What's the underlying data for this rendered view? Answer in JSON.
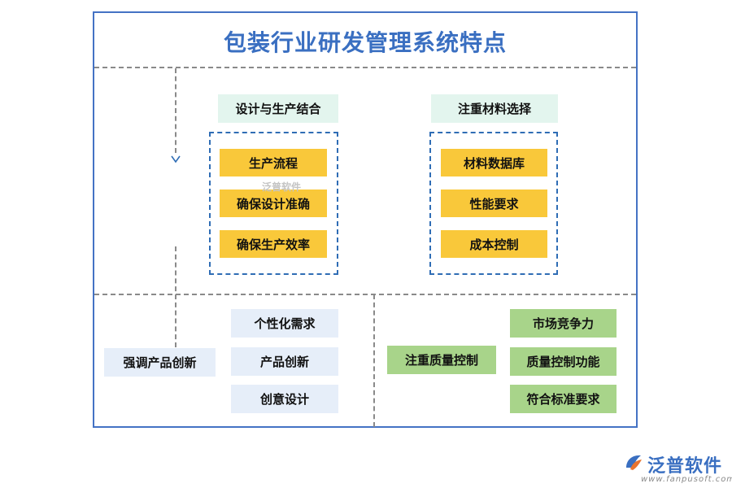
{
  "title": "包装行业研发管理系统特点",
  "top_left": {
    "header": "设计与生产结合",
    "items": [
      "生产流程",
      "确保设计准确",
      "确保生产效率"
    ]
  },
  "top_right": {
    "header": "注重材料选择",
    "items": [
      "材料数据库",
      "性能要求",
      "成本控制"
    ]
  },
  "bottom_left": {
    "main": "强调产品创新",
    "items": [
      "个性化需求",
      "产品创新",
      "创意设计"
    ]
  },
  "bottom_right": {
    "main": "注重质量控制",
    "items": [
      "市场竞争力",
      "质量控制功能",
      "符合标准要求"
    ]
  },
  "watermark": "泛普软件",
  "logo": {
    "name": "泛普软件",
    "url": "www.fanpusoft.com"
  },
  "colors": {
    "title": "#3a6fc1",
    "frame": "#4472c4",
    "mint": "#e3f5ee",
    "yellow": "#f9c83a",
    "light_blue": "#e6eef9",
    "green": "#a8d48a"
  }
}
